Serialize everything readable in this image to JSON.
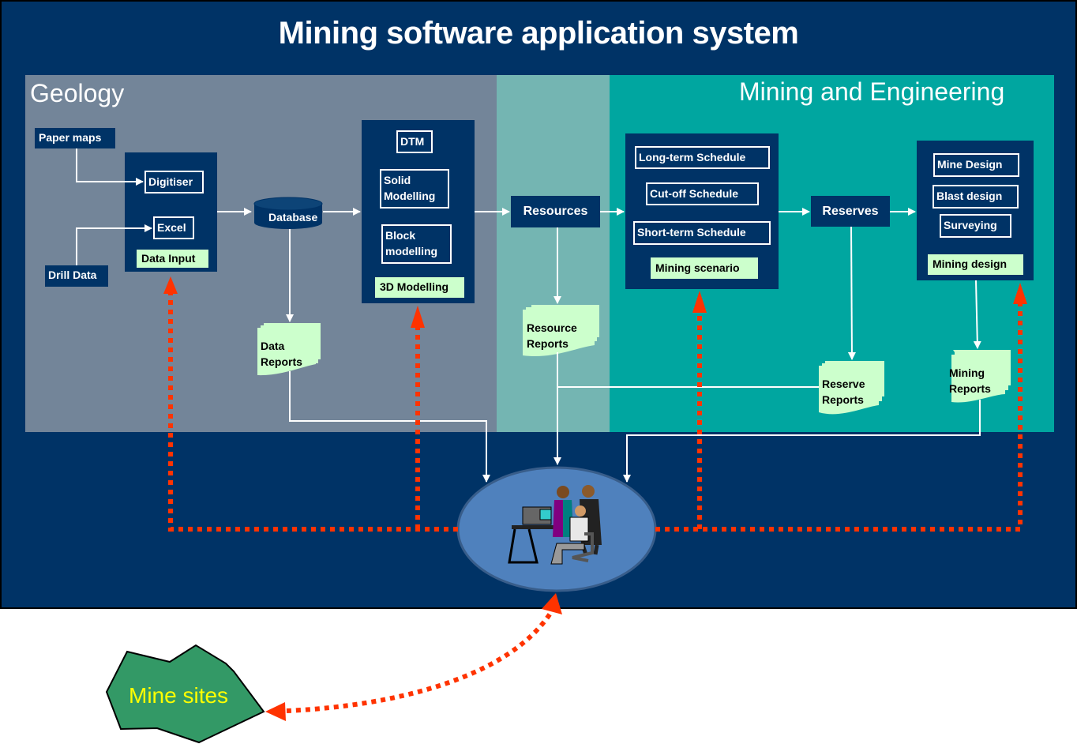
{
  "title": "Mining software application system",
  "zones": {
    "geology": "Geology",
    "mining": "Mining and Engineering"
  },
  "colors": {
    "background": "#003366",
    "geology_zone": "#738599",
    "resources_zone": "#74b5b2",
    "mining_zone": "#00a6a0",
    "report_fill": "#ccffcc",
    "dotted_arrow": "#ff3300",
    "users_ellipse": "#4f81bd",
    "mine_sites_fill": "#339966",
    "mine_sites_text": "#ffff00"
  },
  "sources": {
    "paper_maps": "Paper maps",
    "drill_data": "Drill Data"
  },
  "data_input": {
    "items": [
      "Digitiser",
      "Excel"
    ],
    "caption": "Data Input"
  },
  "database": "Database",
  "modelling": {
    "items": [
      "DTM",
      "Solid Modelling",
      "Block modelling"
    ],
    "caption": "3D Modelling"
  },
  "resources": "Resources",
  "scenario": {
    "items": [
      "Long-term Schedule",
      "Cut-off Schedule",
      "Short-term Schedule"
    ],
    "caption": "Mining scenario"
  },
  "reserves": "Reserves",
  "design": {
    "items": [
      "Mine Design",
      "Blast design",
      "Surveying"
    ],
    "caption": "Mining design"
  },
  "reports": {
    "data": [
      "Data",
      "Reports"
    ],
    "resource": [
      "Resource",
      "Reports"
    ],
    "reserve": [
      "Reserve",
      "Reports"
    ],
    "mining": [
      "Mining",
      "Reports"
    ]
  },
  "users_icon": "users-at-workstation",
  "mine_sites": "Mine sites"
}
